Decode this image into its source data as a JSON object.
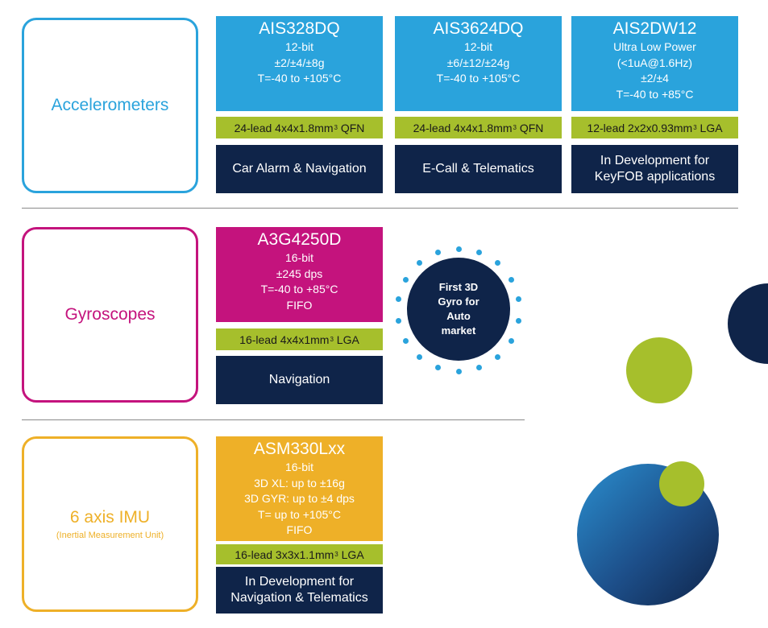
{
  "categories": {
    "accel": {
      "label": "Accelerometers",
      "color": "#2aa3dc"
    },
    "gyro": {
      "label": "Gyroscopes",
      "color": "#c4137d"
    },
    "imu": {
      "label": "6 axis IMU",
      "sublabel": "(Inertial Measurement Unit)",
      "color": "#eeb028"
    }
  },
  "products": {
    "ais328dq": {
      "name": "AIS328DQ",
      "specs": [
        "12-bit",
        "±2/±4/±8g",
        "T=-40 to +105°C"
      ],
      "package": "24-lead 4x4x1.8mm",
      "package_sup": "3",
      "package_suffix": " QFN",
      "application": [
        "Car Alarm & Navigation"
      ]
    },
    "ais3624dq": {
      "name": "AIS3624DQ",
      "specs": [
        "12-bit",
        "±6/±12/±24g",
        "T=-40 to +105°C"
      ],
      "package": "24-lead 4x4x1.8mm",
      "package_sup": "3",
      "package_suffix": " QFN",
      "application": [
        "E-Call & Telematics"
      ]
    },
    "ais2dw12": {
      "name": "AIS2DW12",
      "specs": [
        "Ultra Low Power",
        "(<1uA@1.6Hz)",
        "±2/±4",
        "T=-40 to +85°C"
      ],
      "package": "12-lead 2x2x0.93mm",
      "package_sup": "3",
      "package_suffix": " LGA",
      "application": [
        "In Development for",
        "KeyFOB applications"
      ]
    },
    "a3g4250d": {
      "name": "A3G4250D",
      "specs": [
        "16-bit",
        "±245 dps",
        "T=-40 to +85°C",
        "FIFO"
      ],
      "package": "16-lead 4x4x1mm",
      "package_sup": "3",
      "package_suffix": " LGA",
      "application": [
        "Navigation"
      ]
    },
    "asm330lxx": {
      "name": "ASM330Lxx",
      "specs": [
        "16-bit",
        "3D XL: up to ±16g",
        "3D GYR: up to ±4 dps",
        "T= up to +105°C",
        "FIFO"
      ],
      "package": "16-lead 3x3x1.1mm",
      "package_sup": "3",
      "package_suffix": " LGA",
      "application": [
        "In Development for",
        "Navigation & Telematics"
      ]
    }
  },
  "badge": {
    "lines": [
      "First 3D",
      "Gyro for",
      "Auto",
      "market"
    ]
  },
  "colors": {
    "accel_card": "#2aa3dc",
    "gyro_card": "#c4137d",
    "imu_card": "#eeb028",
    "package_bar": "#a6bf2c",
    "application_bar": "#0f2449"
  }
}
